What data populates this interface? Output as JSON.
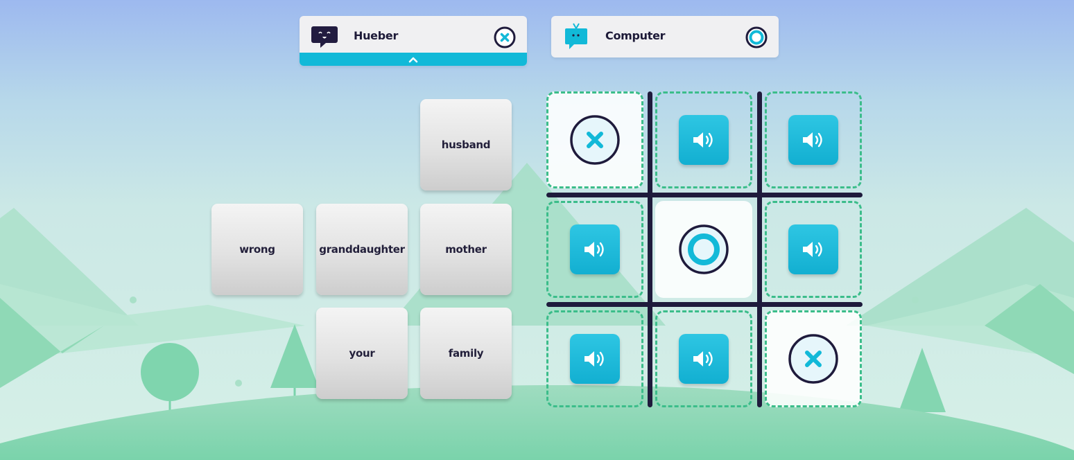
{
  "players": [
    {
      "name": "Hueber",
      "symbol": "x",
      "active": true,
      "avatar": "speech-bubble-face-icon"
    },
    {
      "name": "Computer",
      "symbol": "o",
      "active": false,
      "avatar": "tv-robot-icon"
    }
  ],
  "cards": [
    "husband",
    "wrong",
    "granddaughter",
    "mother",
    "your",
    "family"
  ],
  "board": [
    "x",
    "sound",
    "sound",
    "sound",
    "o",
    "sound",
    "sound",
    "sound",
    "x"
  ],
  "colors": {
    "accent": "#12b9d8",
    "dark": "#1f1b3c",
    "dashed_border": "#3bbd8a",
    "hills": "#7dd7b2"
  }
}
